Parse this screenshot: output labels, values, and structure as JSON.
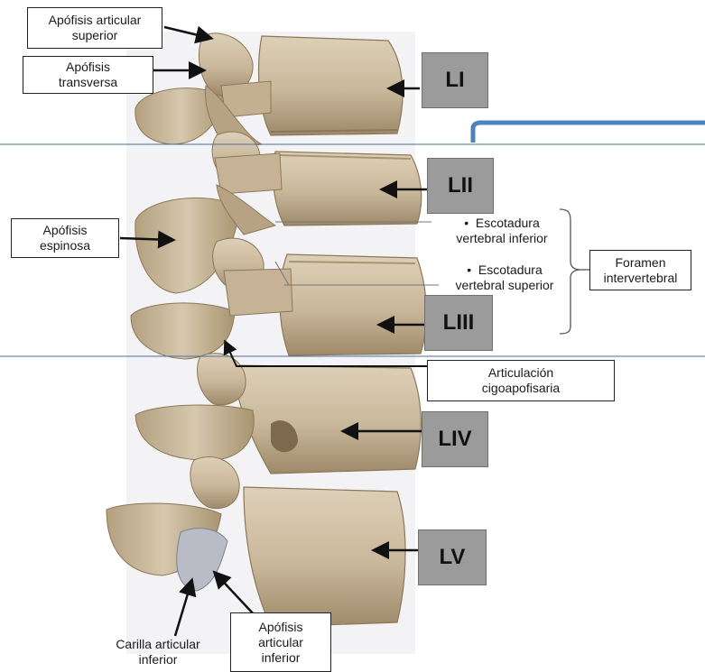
{
  "labels": {
    "superior_process": [
      "Apófisis articular",
      "superior"
    ],
    "transverse_process": [
      "Apófisis",
      "transversa"
    ],
    "spinous_process": [
      "Apófisis",
      "espinosa"
    ],
    "foramen": [
      "Foramen",
      "intervertebral"
    ],
    "zygapophyseal_joint": [
      "Articulación",
      "cigoapofisaria"
    ],
    "inferior_facet": [
      "Carilla articular",
      "inferior"
    ],
    "inferior_process": [
      "Apófisis",
      "articular",
      "inferior"
    ],
    "notch_inferior": [
      "Escotadura",
      "vertebral inferior"
    ],
    "notch_superior": [
      "Escotadura",
      "vertebral superior"
    ]
  },
  "levels": {
    "l1": "LI",
    "l2": "LII",
    "l3": "LIII",
    "l4": "LIV",
    "l5": "LV"
  },
  "bullet_symbol": "•",
  "colors": {
    "bone": "#c9b79a",
    "bone_dark": "#8c7858",
    "bone_light": "#ddd0b8",
    "level_box": "#9b9b9b",
    "divider": "#4a6f9a",
    "bracket": "#4d82bd",
    "facet": "#b9bcc6"
  }
}
